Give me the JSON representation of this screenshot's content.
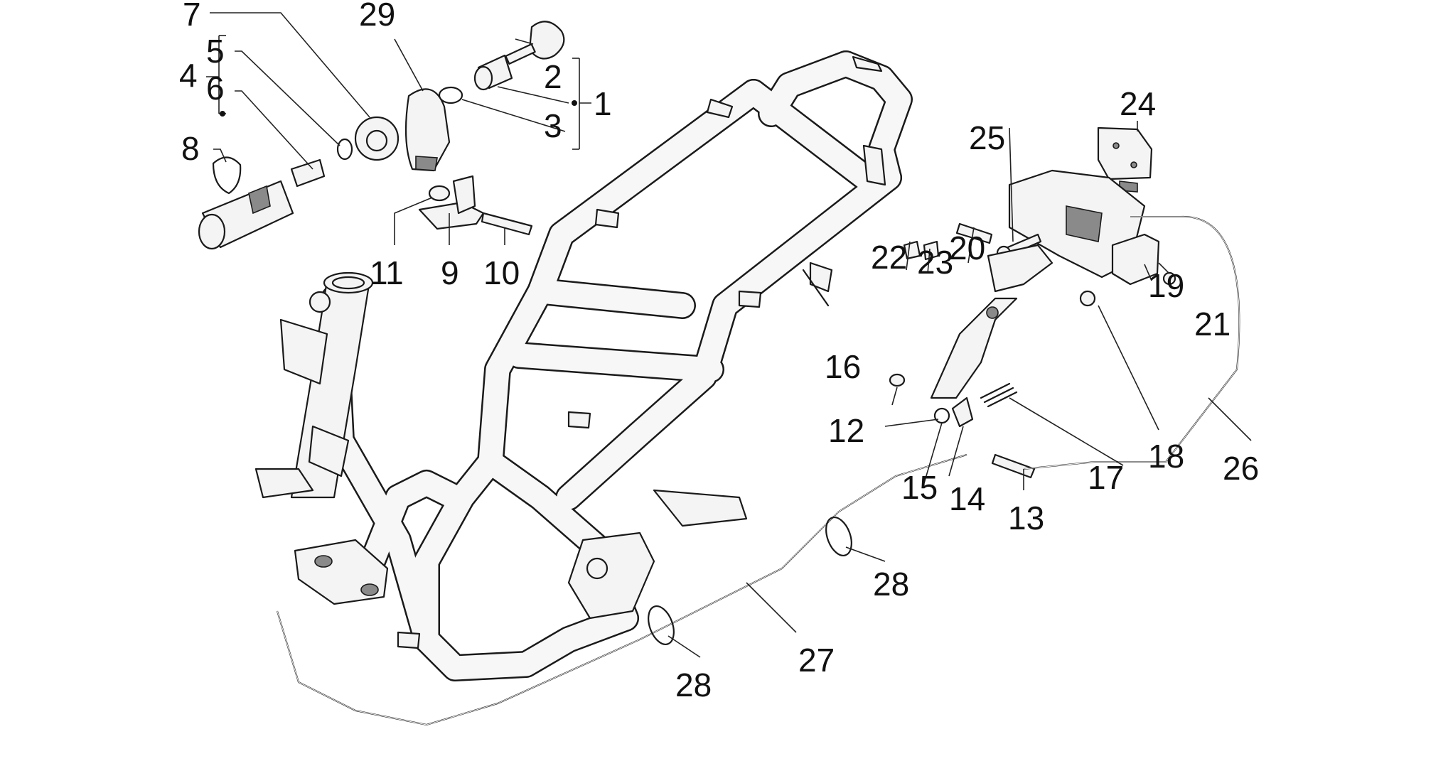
{
  "callouts": {
    "c1": "1",
    "c2": "2",
    "c3": "3",
    "c4": "4",
    "c5": "5",
    "c6": "6",
    "c7": "7",
    "c8": "8",
    "c9": "9",
    "c10": "10",
    "c11": "11",
    "c12": "12",
    "c13": "13",
    "c14": "14",
    "c15": "15",
    "c16": "16",
    "c17": "17",
    "c18": "18",
    "c19": "19",
    "c20": "20",
    "c21": "21",
    "c22": "22",
    "c23": "23",
    "c24": "24",
    "c25": "25",
    "c26": "26",
    "c27": "27",
    "c28a": "28",
    "c28b": "28",
    "c29": "29"
  }
}
